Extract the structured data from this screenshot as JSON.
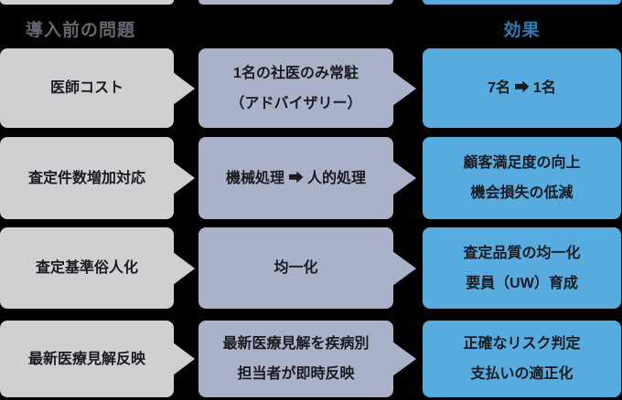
{
  "diagram": {
    "background": "#000000",
    "colors": {
      "problem_box": "#d0d0d2",
      "measure_box": "#a9b2c8",
      "effect_box": "#57abdf",
      "problems_header_text": "#65686f",
      "effects_header_text": "#2b7db8",
      "box_text": "#1a1a20"
    },
    "headers": {
      "problems": "導入前の問題",
      "effects": "効果"
    },
    "icons": {
      "flow_arrow": "➡"
    },
    "rows": [
      {
        "problem": "医師コスト",
        "measure_lines": [
          "1名の社医のみ常駐",
          "（アドバイザリー）"
        ],
        "effect_lines": [
          "7名 ➡ 1名",
          ""
        ]
      },
      {
        "problem": "査定件数増加対応",
        "measure_lines": [
          "機械処理 ➡ 人的処理",
          ""
        ],
        "effect_lines": [
          "顧客満足度の向上",
          "機会損失の低減"
        ]
      },
      {
        "problem": "査定基準俗人化",
        "measure_lines": [
          "均一化",
          ""
        ],
        "effect_lines": [
          "査定品質の均一化",
          "要員（UW）育成"
        ]
      },
      {
        "problem": "最新医療見解反映",
        "measure_lines": [
          "最新医療見解を疾病別",
          "担当者が即時反映"
        ],
        "effect_lines": [
          "正確なリスク判定",
          "支払いの適正化"
        ]
      }
    ]
  }
}
